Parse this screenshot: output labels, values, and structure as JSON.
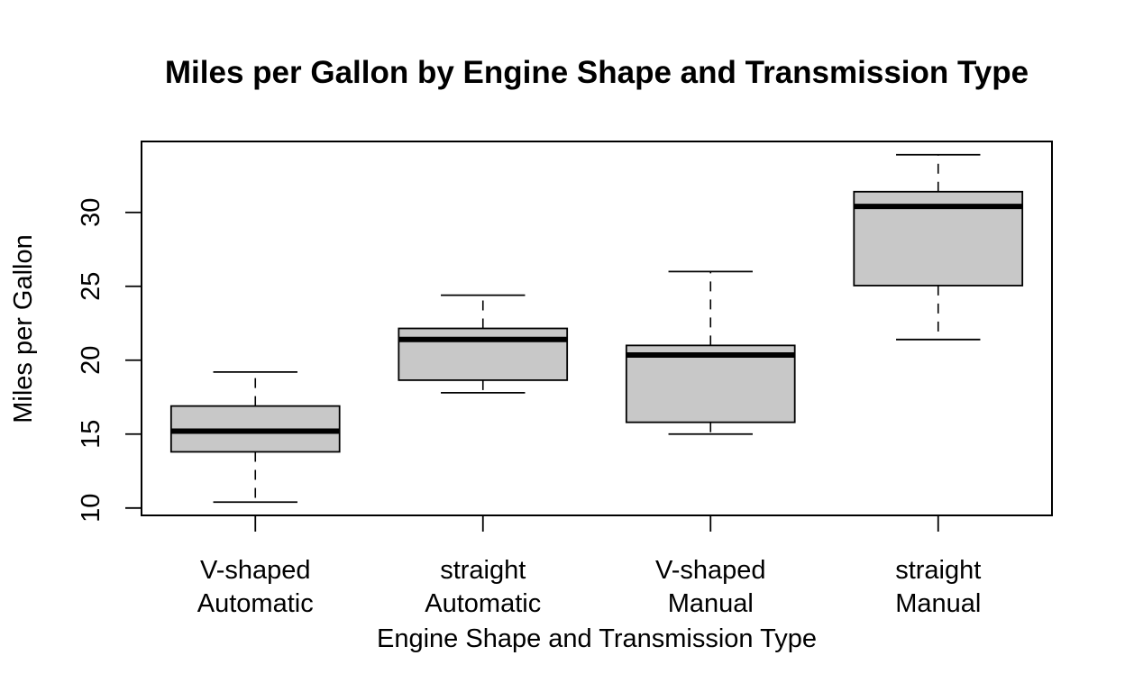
{
  "chart_data": {
    "type": "box",
    "title": "Miles per Gallon by Engine Shape and Transmission Type",
    "xlabel": "Engine Shape and Transmission Type",
    "ylabel": "Miles per Gallon",
    "ylim": [
      9.5,
      34.8
    ],
    "yticks": [
      10,
      15,
      20,
      25,
      30
    ],
    "grid": false,
    "box_color": "#c8c8c8",
    "line_color": "#000000",
    "boxes": [
      {
        "label_line1": "V-shaped",
        "label_line2": "Automatic",
        "lower_whisker": 10.4,
        "q1": 13.8,
        "median": 15.2,
        "q3": 16.9,
        "upper_whisker": 19.2
      },
      {
        "label_line1": "straight",
        "label_line2": "Automatic",
        "lower_whisker": 17.8,
        "q1": 18.65,
        "median": 21.4,
        "q3": 22.15,
        "upper_whisker": 24.4
      },
      {
        "label_line1": "V-shaped",
        "label_line2": "Manual",
        "lower_whisker": 15.0,
        "q1": 15.8,
        "median": 20.35,
        "q3": 21.0,
        "upper_whisker": 26.0
      },
      {
        "label_line1": "straight",
        "label_line2": "Manual",
        "lower_whisker": 21.4,
        "q1": 25.05,
        "median": 30.4,
        "q3": 31.4,
        "upper_whisker": 33.9
      }
    ]
  }
}
